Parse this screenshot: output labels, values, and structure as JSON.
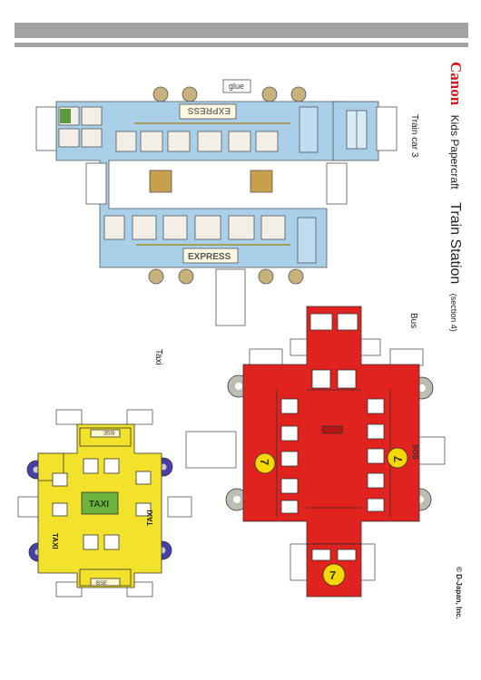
{
  "header": {
    "brand": "Canon",
    "series": "Kids Papercraft",
    "title": "Train Station",
    "section": "(section 4)",
    "copyright": "© D-Japan, Inc."
  },
  "pieces": {
    "train": {
      "label": "Train car 3",
      "sign": "EXPRESS"
    },
    "bus": {
      "label": "Bus",
      "number": "7",
      "route": "SOS"
    },
    "taxi": {
      "label": "Taxi",
      "sign": "TAXI",
      "plate": "BSE"
    }
  },
  "glue_label": "glue",
  "colors": {
    "train_body": "#a9cfe9",
    "bus_body": "#e0231f",
    "taxi_body": "#f3e22b",
    "header_bar": "#a3a3a3",
    "brand_red": "#d8141b"
  }
}
